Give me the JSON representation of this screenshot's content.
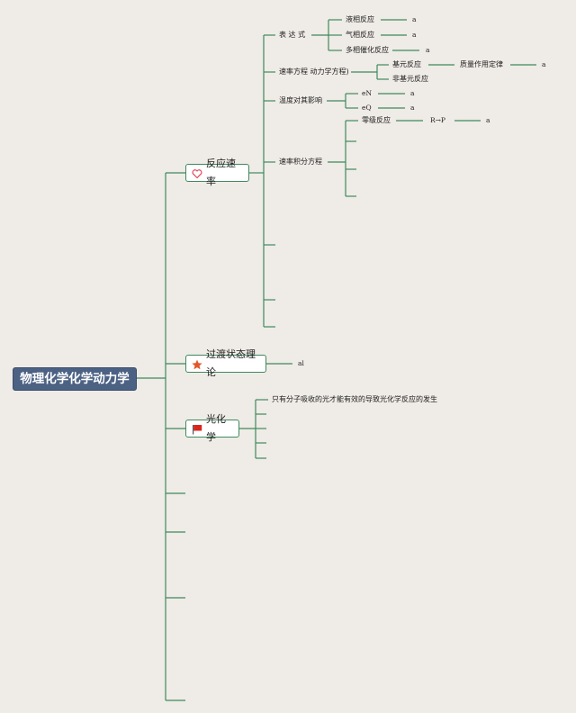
{
  "root": {
    "label": "物理化学化学动力学"
  },
  "branches": {
    "rate": {
      "label": "反应速率",
      "icon": "heart-outline-icon",
      "expression": {
        "label": "表 达 式",
        "items": [
          {
            "label": "液相反应",
            "value": "a"
          },
          {
            "label": "气相反应",
            "value": "a"
          },
          {
            "label": "多相催化反应",
            "value": "a"
          }
        ]
      },
      "rate_eq": {
        "label": "速率方程 动力学方程)",
        "elementary": {
          "label": "基元反应",
          "law": "质量作用定律",
          "value": "a"
        },
        "nonelementary": {
          "label": "非基元反应"
        }
      },
      "temperature": {
        "label": "温度对其影响",
        "items": [
          {
            "label": "eN",
            "value": "a"
          },
          {
            "label": "eQ",
            "value": "a"
          }
        ]
      },
      "integral": {
        "label": "速率积分方程",
        "zero_order": {
          "label": "零级反应",
          "reaction": "R→P",
          "value": "a"
        }
      }
    },
    "transition": {
      "label": "过渡状态理论",
      "icon": "star-icon",
      "note": "al"
    },
    "photo": {
      "label": "光化学",
      "icon": "red-flag-icon",
      "note": "只有分子吸收的光才能有效的导致光化学反应的发生"
    }
  },
  "colors": {
    "line": "#3f8a5e",
    "root_bg": "#4c6284",
    "background": "#efebe6",
    "star": "#e2572c",
    "flag": "#d9261c",
    "heart": "#e14b5a"
  }
}
